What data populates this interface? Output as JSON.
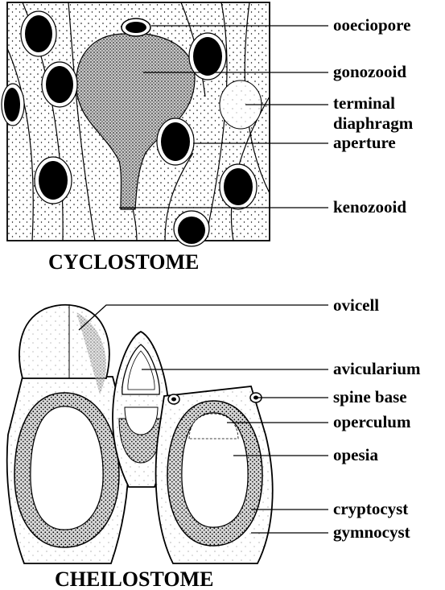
{
  "cyclostome": {
    "title": "CYCLOSTOME",
    "labels": {
      "ooeciopore": "ooeciopore",
      "gonozooid": "gonozooid",
      "terminal_diaphragm_line1": "terminal",
      "terminal_diaphragm_line2": "diaphragm",
      "aperture": "aperture",
      "kenozooid": "kenozooid"
    }
  },
  "cheilostome": {
    "title": "CHEILOSTOME",
    "labels": {
      "ovicell": "ovicell",
      "avicularium": "avicularium",
      "spine_base": "spine base",
      "operculum": "operculum",
      "opesia": "opesia",
      "cryptocyst": "cryptocyst",
      "gymnocyst": "gymnocyst"
    }
  }
}
